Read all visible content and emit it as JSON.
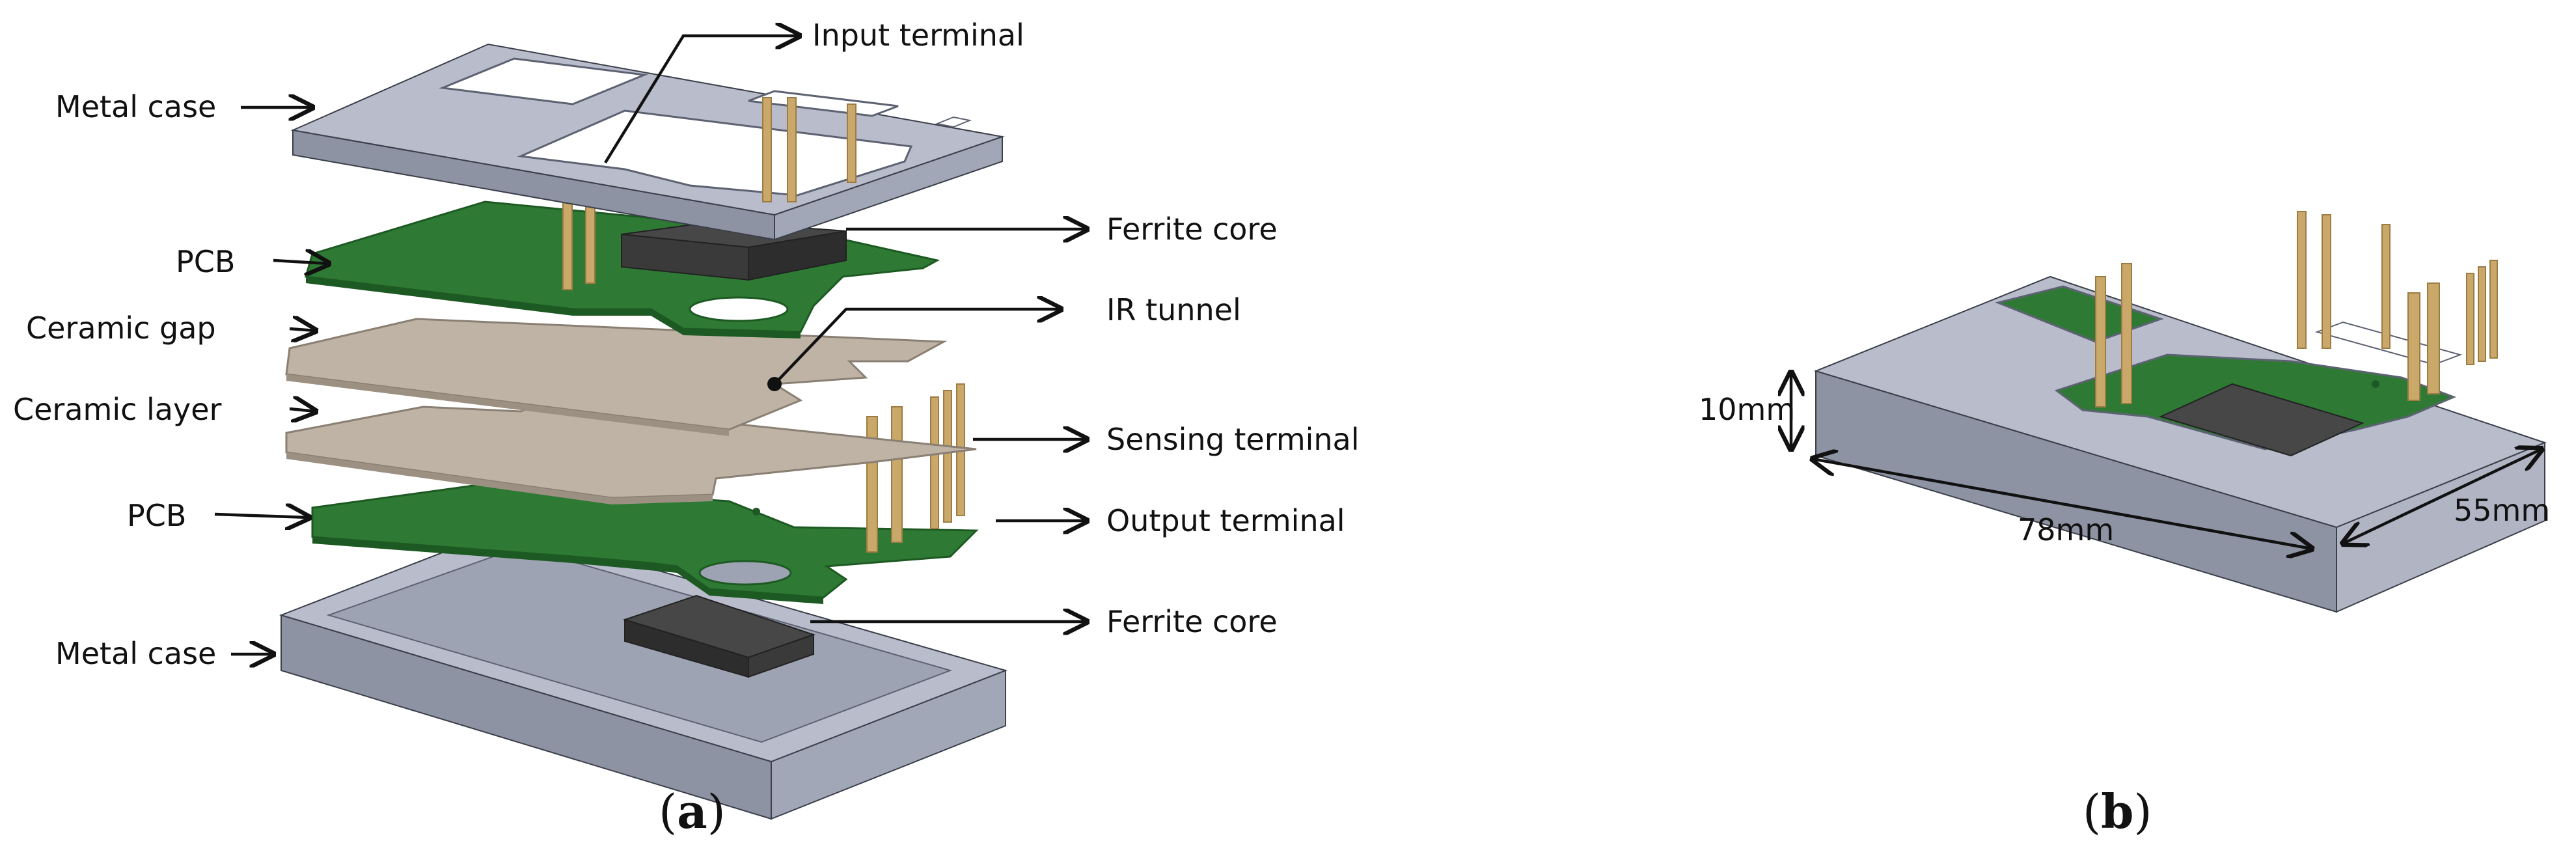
{
  "panel_a": {
    "labels": {
      "metal_case_top": "Metal case",
      "input_terminal": "Input terminal",
      "pcb_top": "PCB",
      "ferrite_core_top": "Ferrite core",
      "ceramic_gap": "Ceramic gap",
      "ir_tunnel": "IR tunnel",
      "ceramic_layer": "Ceramic layer",
      "sensing_terminal": "Sensing terminal",
      "pcb_bottom": "PCB",
      "output_terminal": "Output terminal",
      "metal_case_bottom": "Metal case",
      "ferrite_core_bottom": "Ferrite core"
    },
    "caption": {
      "open": "(",
      "letter": "a",
      "close": ")"
    }
  },
  "panel_b": {
    "dimensions": {
      "height": "10mm",
      "length": "78mm",
      "width": "55mm"
    },
    "caption": {
      "open": "(",
      "letter": "b",
      "close": ")"
    }
  },
  "colors": {
    "metal_top": "#b8bccb",
    "metal_side": "#8e93a4",
    "metal_dark": "#6f7486",
    "pcb": "#2e7a34",
    "pcb_dark": "#1d5a23",
    "ceramic": "#bfb3a6",
    "ceramic_side": "#9c9083",
    "ferrite": "#474747",
    "ferrite_dark": "#2d2d2d",
    "pin": "#c9a86a",
    "pin_dark": "#9c7c44"
  }
}
